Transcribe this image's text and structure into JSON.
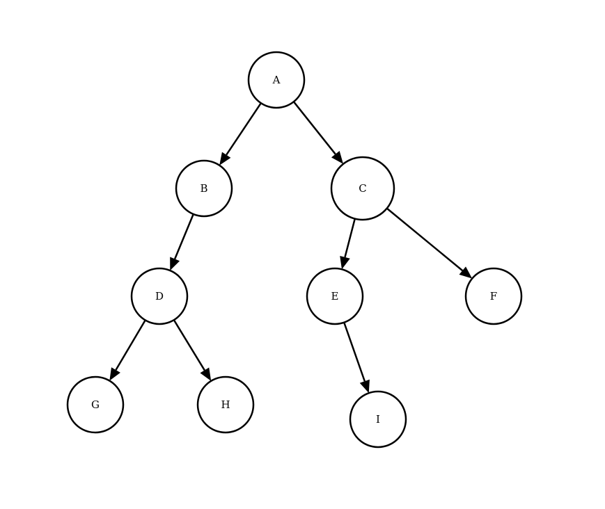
{
  "diagram": {
    "type": "tree",
    "nodes": [
      {
        "id": "A",
        "label": "A"
      },
      {
        "id": "B",
        "label": "B"
      },
      {
        "id": "C",
        "label": "C"
      },
      {
        "id": "D",
        "label": "D"
      },
      {
        "id": "E",
        "label": "E"
      },
      {
        "id": "F",
        "label": "F"
      },
      {
        "id": "G",
        "label": "G"
      },
      {
        "id": "H",
        "label": "H"
      },
      {
        "id": "I",
        "label": "I"
      }
    ],
    "edges": [
      {
        "from": "A",
        "to": "B"
      },
      {
        "from": "A",
        "to": "C"
      },
      {
        "from": "B",
        "to": "D"
      },
      {
        "from": "C",
        "to": "E"
      },
      {
        "from": "C",
        "to": "F"
      },
      {
        "from": "D",
        "to": "G"
      },
      {
        "from": "D",
        "to": "H"
      },
      {
        "from": "E",
        "to": "I"
      }
    ],
    "colors": {
      "stroke": "#000000",
      "fill": "#ffffff",
      "background": "#ffffff"
    }
  }
}
